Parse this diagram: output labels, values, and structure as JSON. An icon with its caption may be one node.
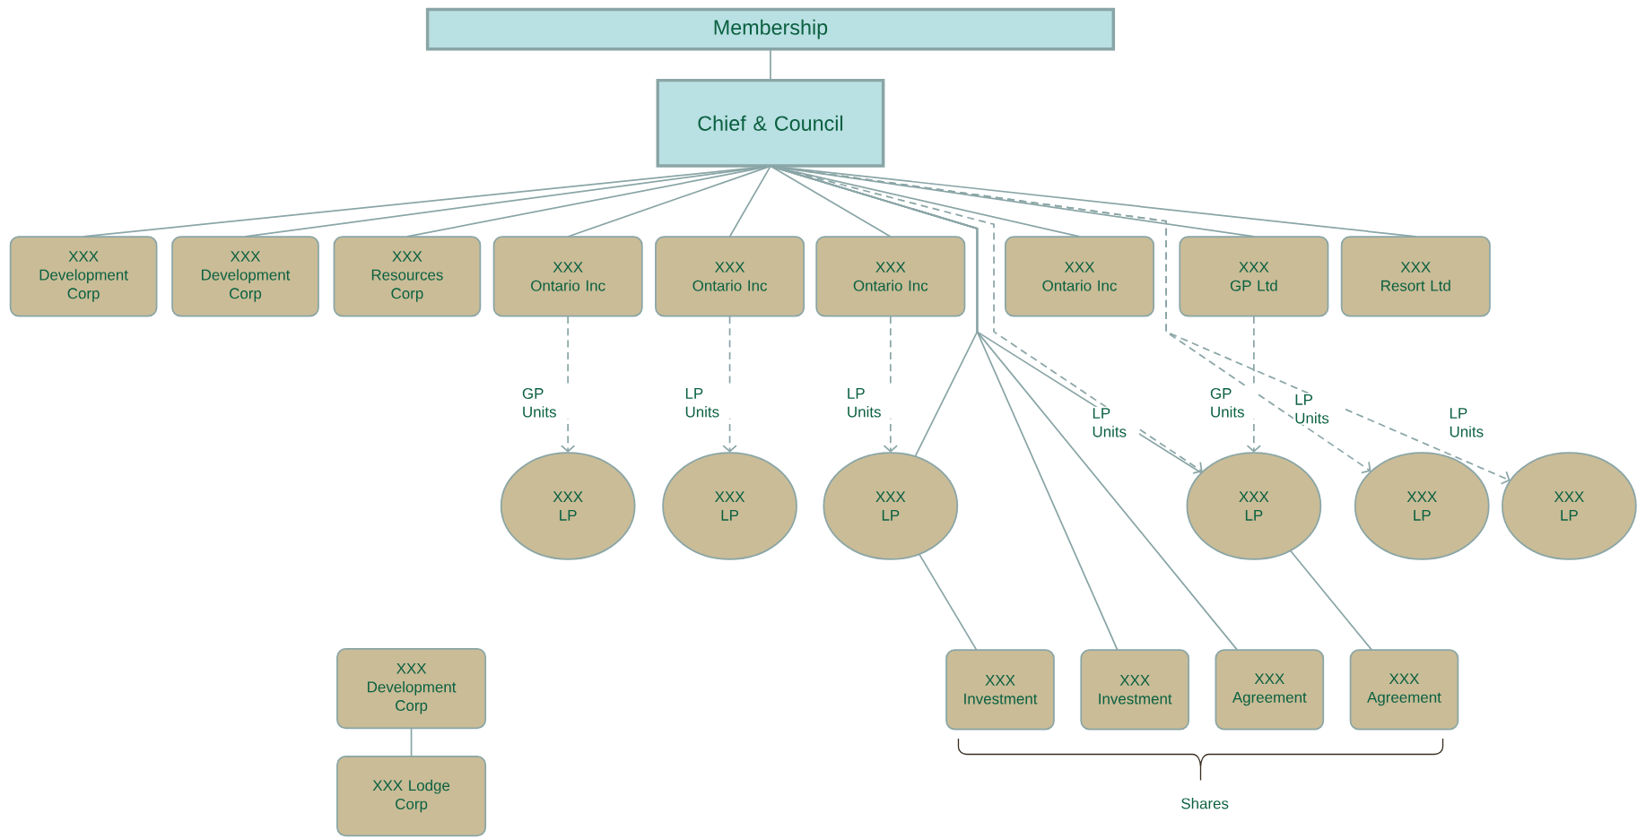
{
  "diagram": {
    "nodes": [
      {
        "text": [
          "Membership"
        ]
      },
      {
        "text": [
          "Chief & Council"
        ]
      },
      {
        "text": [
          "XXX Development Corp"
        ]
      },
      {
        "text": [
          "XXX Development Corp"
        ]
      },
      {
        "text": [
          "XXX Resources Corp"
        ]
      },
      {
        "text": [
          "XXX Ontario Inc"
        ]
      },
      {
        "text": [
          "XXX Ontario Inc"
        ]
      },
      {
        "text": [
          "XXX Ontario Inc"
        ]
      },
      {
        "text": [
          "XXX Ontario Inc"
        ]
      },
      {
        "text": [
          "XXX GP Ltd"
        ]
      },
      {
        "text": [
          "XXX Resort Ltd"
        ]
      },
      {
        "text": [
          "XXX LP"
        ]
      },
      {
        "text": [
          "XXX LP"
        ]
      },
      {
        "text": [
          "XXX LP"
        ]
      },
      {
        "text": [
          "XXX LP"
        ]
      },
      {
        "text": [
          "XXX LP"
        ]
      },
      {
        "text": [
          "XXX LP"
        ]
      },
      {
        "text": [
          "XXX Investment"
        ]
      },
      {
        "text": [
          "XXX Investment"
        ]
      },
      {
        "text": [
          "XXX Agreement"
        ]
      },
      {
        "text": [
          "XXX Agreement"
        ]
      },
      {
        "text": [
          "XXX Development Corp"
        ]
      },
      {
        "text": [
          "XXX Lodge Corp"
        ]
      }
    ],
    "edges": [
      {
        "from": 0,
        "to": 1,
        "arrow": "none"
      },
      {
        "from": 1,
        "to": 2,
        "arrow": "none"
      },
      {
        "from": 1,
        "to": 3,
        "arrow": "none"
      },
      {
        "from": 1,
        "to": 4,
        "arrow": "none"
      },
      {
        "from": 1,
        "to": 5,
        "arrow": "none"
      },
      {
        "from": 1,
        "to": 6,
        "arrow": "none"
      },
      {
        "from": 1,
        "to": 7,
        "arrow": "none"
      },
      {
        "from": 1,
        "to": 8,
        "arrow": "none"
      },
      {
        "from": 1,
        "to": 9,
        "arrow": "none"
      },
      {
        "from": 1,
        "to": 10,
        "arrow": "none"
      },
      {
        "from": 1,
        "to": 13,
        "arrow": "none"
      },
      {
        "from": 1,
        "to": 18,
        "arrow": "none"
      },
      {
        "from": 1,
        "to": 19,
        "arrow": "none"
      },
      {
        "from": 1,
        "to": 14,
        "arrow": "none"
      },
      {
        "from": 13,
        "to": 17,
        "arrow": "none"
      },
      {
        "from": 14,
        "to": 20,
        "arrow": "none"
      },
      {
        "from": 5,
        "to": 11,
        "arrow": "to",
        "style": "dashed",
        "label": "GP Units"
      },
      {
        "from": 6,
        "to": 12,
        "arrow": "to",
        "style": "dashed",
        "label": "LP Units"
      },
      {
        "from": 7,
        "to": 13,
        "arrow": "to",
        "style": "dashed",
        "label": "LP Units"
      },
      {
        "from": 1,
        "to": 14,
        "arrow": "to",
        "style": "dashed",
        "label": "LP Units"
      },
      {
        "from": 9,
        "to": 14,
        "arrow": "to",
        "style": "dashed",
        "label": "GP Units"
      },
      {
        "from": 1,
        "to": 15,
        "arrow": "to",
        "style": "dashed",
        "label": "LP Units"
      },
      {
        "from": 1,
        "to": 16,
        "arrow": "to",
        "style": "dashed",
        "label": "LP Units"
      },
      {
        "from": 21,
        "to": 22,
        "arrow": "none"
      }
    ],
    "labels": [
      "Shares"
    ]
  }
}
